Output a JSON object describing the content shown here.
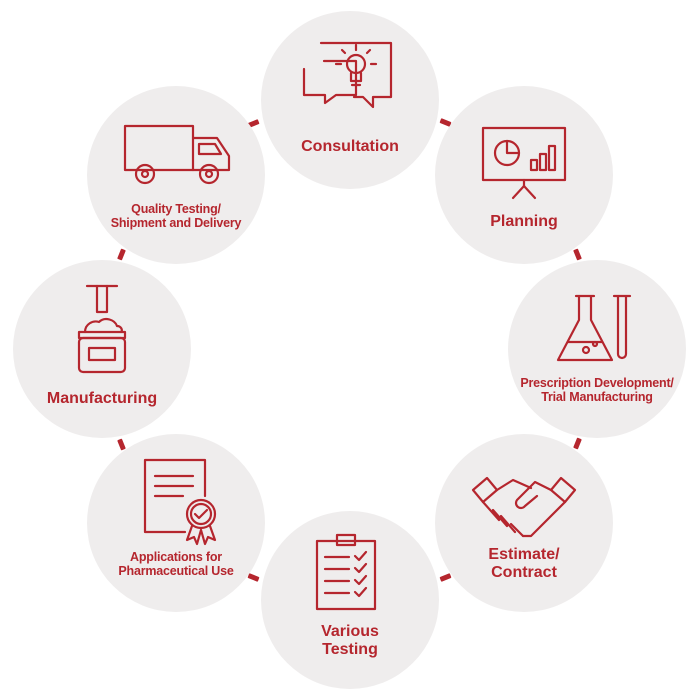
{
  "colors": {
    "accent": "#b5262e",
    "circle": "#efeded",
    "background": "#ffffff"
  },
  "steps": [
    {
      "icon": "speech-bubbles-lightbulb-icon",
      "lines": [
        "Consultation"
      ]
    },
    {
      "icon": "presentation-chart-icon",
      "lines": [
        "Planning"
      ]
    },
    {
      "icon": "flask-test-tube-icon",
      "lines": [
        "Prescription Development/",
        "Trial Manufacturing"
      ]
    },
    {
      "icon": "handshake-icon",
      "lines": [
        "Estimate/",
        "Contract"
      ]
    },
    {
      "icon": "clipboard-checklist-icon",
      "lines": [
        "Various",
        "Testing"
      ]
    },
    {
      "icon": "certificate-seal-icon",
      "lines": [
        "Applications for",
        "Pharmaceutical Use"
      ]
    },
    {
      "icon": "cream-jar-filling-icon",
      "lines": [
        "Manufacturing"
      ]
    },
    {
      "icon": "delivery-truck-icon",
      "lines": [
        "Quality Testing/",
        "Shipment and Delivery"
      ]
    }
  ]
}
